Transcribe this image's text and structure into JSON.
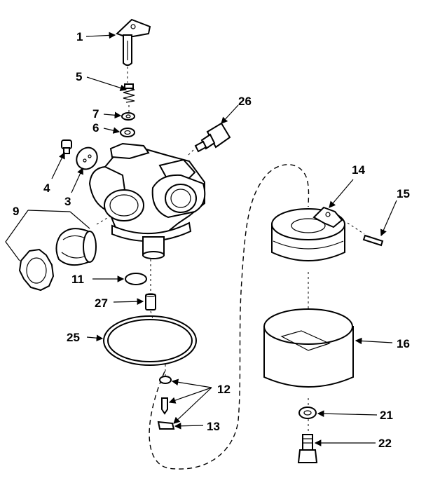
{
  "callouts": {
    "c1": "1",
    "c5": "5",
    "c7": "7",
    "c6": "6",
    "c26": "26",
    "c4": "4",
    "c3": "3",
    "c9": "9",
    "c11": "11",
    "c27": "27",
    "c25": "25",
    "c12": "12",
    "c13": "13",
    "c14": "14",
    "c15": "15",
    "c16": "16",
    "c21": "21",
    "c22": "22"
  }
}
